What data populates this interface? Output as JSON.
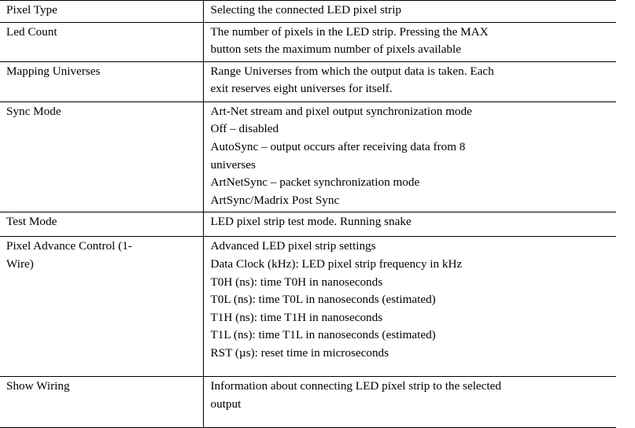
{
  "document": {
    "type": "parameter-reference-table",
    "background_color": "#ffffff",
    "text_color": "#000000",
    "rule_color": "#000000"
  },
  "table": {
    "columns": [
      {
        "key": "parameter",
        "header": ""
      },
      {
        "key": "description",
        "header": ""
      }
    ],
    "rows": [
      {
        "label": "Pixel Type",
        "description_lines": [
          "Selecting the connected LED pixel strip"
        ]
      },
      {
        "label": "Led Count",
        "description_lines": [
          "The number of pixels in the LED strip. Pressing the MAX",
          "button sets the maximum number of pixels available"
        ]
      },
      {
        "label": "Mapping Universes",
        "description_lines": [
          "Range Universes from which the output data is taken. Each",
          "exit reserves eight universes for itself."
        ]
      },
      {
        "label": "Sync Mode",
        "description_lines": [
          "Art-Net stream and pixel output synchronization mode",
          "Off – disabled",
          "AutoSync – output occurs after receiving data from 8",
          "universes",
          "ArtNetSync – packet synchronization mode",
          "ArtSync/Madrix Post Sync"
        ]
      },
      {
        "label": "Test Mode",
        "description_lines": [
          "LED pixel strip test mode. Running snake"
        ]
      },
      {
        "label": "Pixel Advance Control (1-Wire)",
        "label_lines": [
          "Pixel Advance Control (1-",
          "Wire)"
        ],
        "description_lines": [
          "Advanced LED pixel strip settings",
          "Data Clock (kHz): LED pixel strip frequency in kHz",
          "T0H (ns): time T0H in nanoseconds",
          "T0L (ns): time T0L in nanoseconds (estimated)",
          "T1H (ns): time T1H in nanoseconds",
          "T1L (ns): time T1L in nanoseconds (estimated)",
          "RST (µs): reset time in microseconds"
        ]
      },
      {
        "label": "Show Wiring",
        "description_lines": [
          "Information about connecting LED pixel strip to the selected",
          "output"
        ]
      }
    ]
  }
}
